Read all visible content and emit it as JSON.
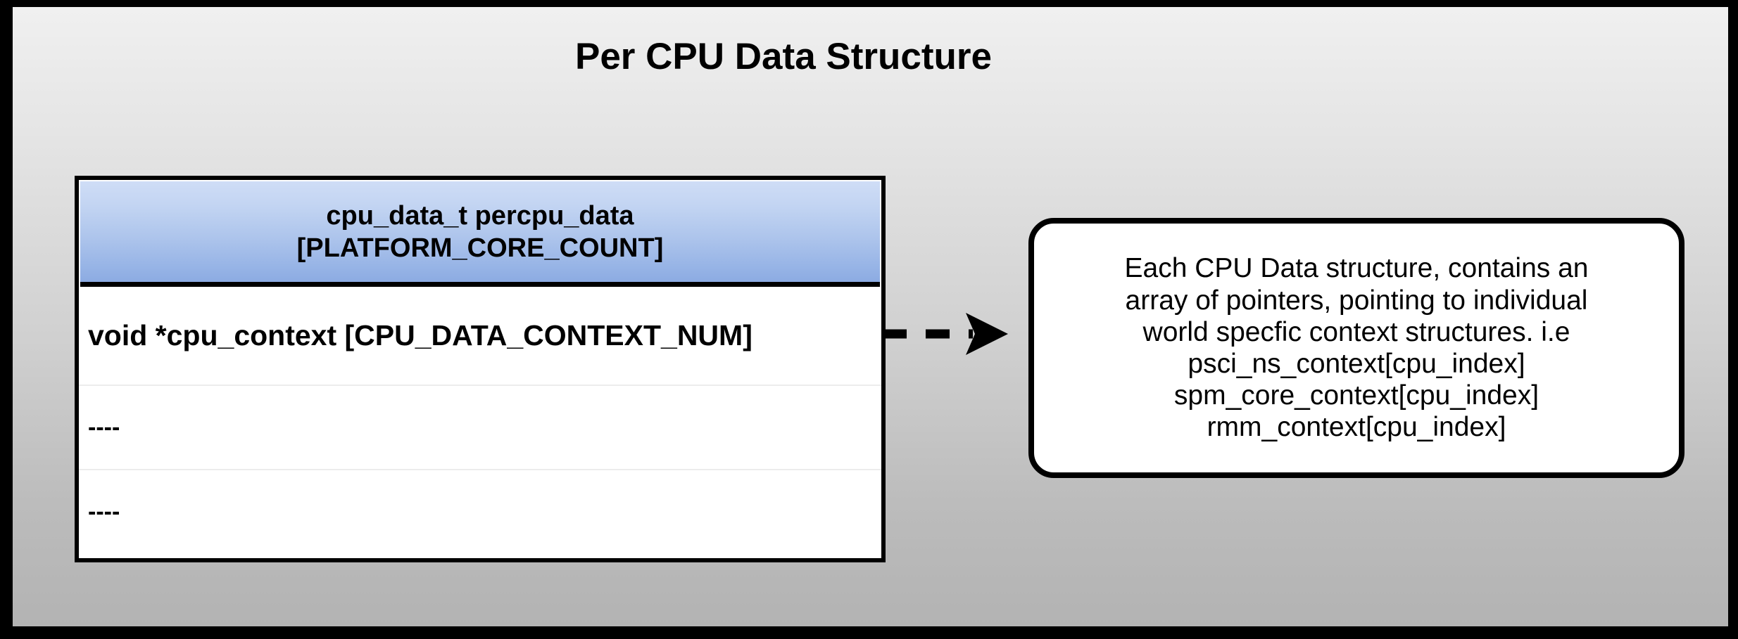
{
  "title": "Per CPU Data Structure",
  "struct": {
    "header_lines": [
      "cpu_data_t percpu_data",
      "[PLATFORM_CORE_COUNT]"
    ],
    "rows": [
      {
        "label": "void *cpu_context [CPU_DATA_CONTEXT_NUM]"
      },
      {
        "label": "----"
      },
      {
        "label": "----"
      }
    ]
  },
  "connector": {
    "icon": "dashed-arrow-right-icon",
    "style": "dashed",
    "direction": "right"
  },
  "note": {
    "lines": [
      "Each CPU Data structure, contains an",
      "array of pointers, pointing to individual",
      "world specfic context structures. i.e",
      "psci_ns_context[cpu_index]",
      "spm_core_context[cpu_index]",
      "rmm_context[cpu_index]"
    ]
  },
  "colors": {
    "header_gradient_top": "#cfddf6",
    "header_gradient_bottom": "#8cabe2",
    "background_top": "#f0f0f0",
    "background_bottom": "#b3b3b3",
    "frame": "#000000",
    "box_fill": "#ffffff",
    "row_separator": "#ececec"
  }
}
